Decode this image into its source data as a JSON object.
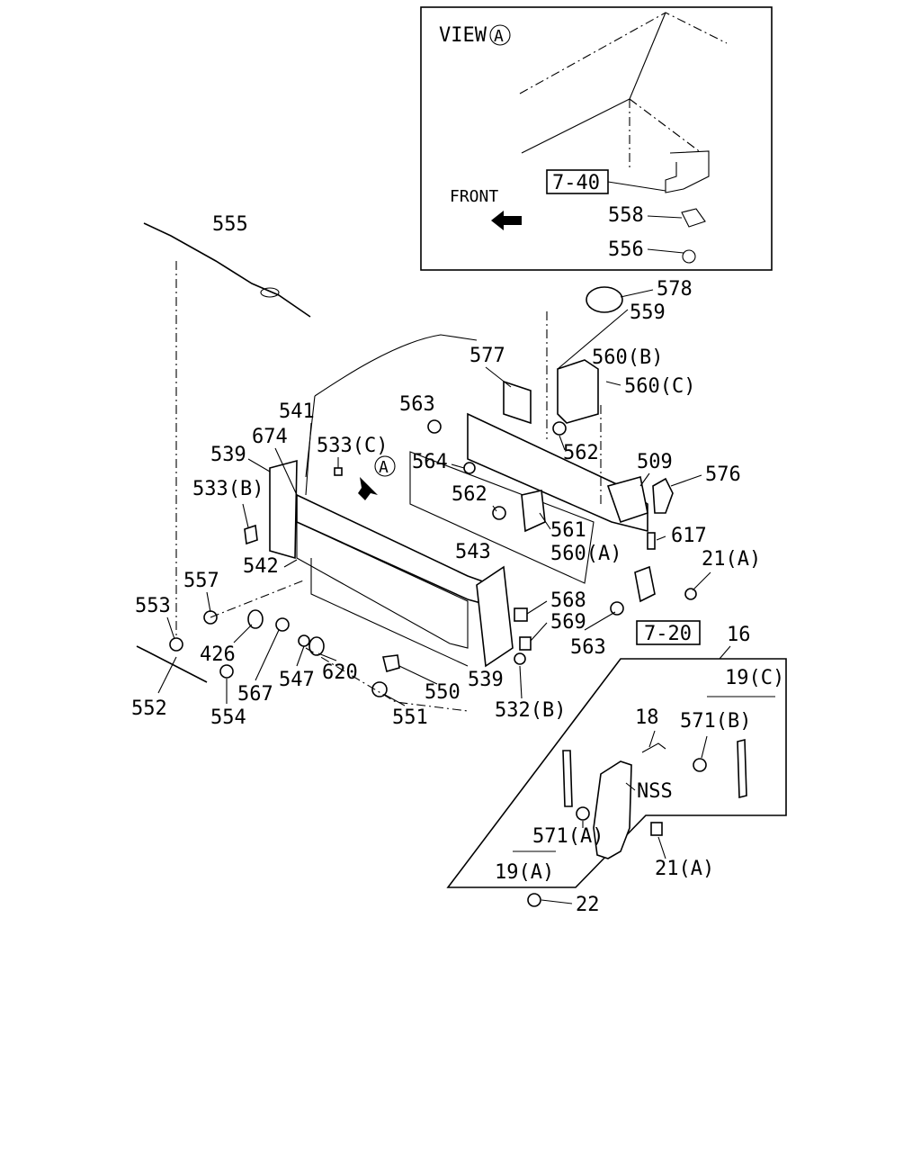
{
  "view_box": {
    "title": "VIEW",
    "title_circle": "A",
    "front_label": "FRONT",
    "ref_box": "7-40",
    "parts": [
      "558",
      "556"
    ]
  },
  "main_arrow_circle": "A",
  "ref_box_lower": "7-20",
  "labels": {
    "p555": "555",
    "p578": "578",
    "p559": "559",
    "p560b": "560(B)",
    "p560c": "560(C)",
    "p577": "577",
    "p563a": "563",
    "p562a": "562",
    "p541": "541",
    "p674": "674",
    "p539a": "539",
    "p533c": "533(C)",
    "p564": "564",
    "p509": "509",
    "p576": "576",
    "p533b": "533(B)",
    "p562b": "562",
    "p561": "561",
    "p543": "543",
    "p617": "617",
    "p542": "542",
    "p560a": "560(A)",
    "p21a_top": "21(A)",
    "p557": "557",
    "p568": "568",
    "p553": "553",
    "p569": "569",
    "p563b": "563",
    "p426": "426",
    "p547": "547",
    "p620": "620",
    "p539b": "539",
    "p567": "567",
    "p550": "550",
    "p552": "552",
    "p554": "554",
    "p551": "551",
    "p532b": "532(B)",
    "p16": "16",
    "p19c": "19(C)",
    "p18": "18",
    "p571b": "571(B)",
    "nss": "NSS",
    "p571a": "571(A)",
    "p19a": "19(A)",
    "p21a_bot": "21(A)",
    "p22": "22"
  }
}
